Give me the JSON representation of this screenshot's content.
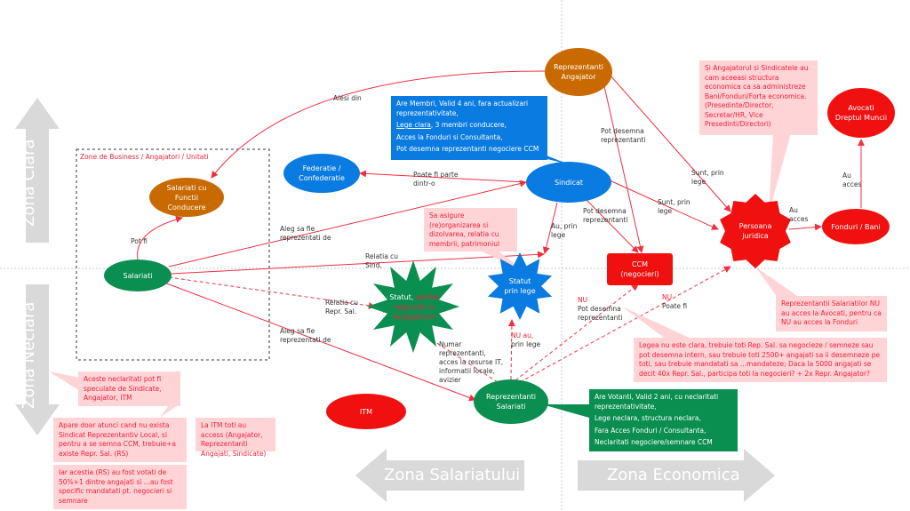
{
  "zones": {
    "clara": "Zona Clara",
    "neclara": "Zona Neclara",
    "salariatului": "Zona Salariatului",
    "economica": "Zona Economica",
    "business": "Zone de Business / Angajatori / Unitati"
  },
  "colors": {
    "orange": "#c96a00",
    "green": "#0a8f50",
    "blue": "#0a7be0",
    "red": "#f01010",
    "pink": "#ffd4d6",
    "grey": "#d9d9d9"
  },
  "nodes": {
    "repr_angajator": "Reprezentanti\nAngajator",
    "sal_conducere": "Salariati cu\nFunctii\nConducere",
    "salariati": "Salariati",
    "federatie": "Federatie /\nConfederatie",
    "sindicat": "Sindicat",
    "statut_lege": "Statut\nprin lege",
    "statut_negociat": {
      "prefix": "Statut, ",
      "highlight": "partial negociat cu Angajatorul"
    },
    "ccm": "CCM\n(negocieri)",
    "persoana_juridica": "Persoana\njuridica",
    "fonduri": "Fonduri / Bani",
    "avocati": "Avocati\nDreptul Muncii",
    "itm": "ITM",
    "repr_salariati": "Reprezentanti\nSalariati"
  },
  "sindicat_box": {
    "line1": "Are Membri, Valid 4 ani, fara actualizari reprezentativitate,",
    "lege_clara": "Lege clara",
    "line2": ", 3 membri conducere,",
    "line3": "Acces la Fonduri si Consultanta,",
    "line4": "Pot desemna reprezentanti negociere CCM"
  },
  "repr_sal_box": [
    "Are Votanti, Valid 2 ani, cu neclaritati reprezentativitate,",
    "Lege neclara, structura neclara,",
    "Fara Acces Fonduri / Consultanta,",
    "Neclaritati negociere/semnare CCM"
  ],
  "notes": {
    "structura": "Si Angajatorul si Sindicatele au cam aceeasi structura economica ca sa administreze Bani/Fonduri/Forta economica. (Presedinte/Director, Secretar/HR, Vice Presedinti/Directori)",
    "asigure": "Sa asigure (re)organizarea si dizolvarea, relatia cu membrii, patrimoniul",
    "nu_avocati": "Reprezentantii Salariatilor NU au acces la Avocati, pentru ca NU au acces la Fonduri",
    "legea": "Legea nu este clara, trebuie toti Rep. Sal. sa negocieze / semneze sau pot desemna intern, sau trebuie toti 2500+ angajati sa ii desemneze pe toti, sau trebuie mandatati sa ...mandateze; Daca la 5000 angajati se decit 40x Repr. Sal., participa toti la negocieri? + 2x Repr. Angajator?",
    "neclaritati": "Aceste neclaritati pot fi speculate de Sindicate, Angajator, ITM",
    "apare": "Apare doar atunci cand nu exista Sindicat Reprezentantiv Local, si pentru a se semna CCM, trebuie+a existe Repr. Sal. (RS)",
    "iar": "Iar acestia (RS) au fost votati de 50%+1 dintre angajati si ...au fost specific mandatati pt. negocieri si semnare",
    "itm": "La ITM toti au access (Angajator, Reprezentanti Angajati, Sindicate)"
  },
  "edges": {
    "alesi": "Alesi din",
    "pot_fi": "Pot fi",
    "aleg1": "Aleg sa fie\nreprezentati de",
    "poate_parte": "Poate fi parte\ndintr-o",
    "relatia_sind": "Relatia cu\nSind.",
    "relatia_repr": "Relatia cu\nRepr. Sal.",
    "aleg2": "Aleg sa fie\nreprezentati de",
    "pot_desemna1": "Pot desemna\nreprezentanti",
    "pot_desemna2": "Pot desemna\nreprezentanti",
    "au_lege": "Au, prin\nlege",
    "sunt1": "Sunt, prin\nlege",
    "sunt2": "Sunt, prin\nlege",
    "au_acces1": "Au\nacces",
    "au_acces2": "Au\nacces",
    "nu": "NU",
    "pot_desemna3": "Pot desemna\nreprezentanti",
    "poate_fi": "Poate fi",
    "nu_au": "NU au,",
    "prin_lege": "prin lege",
    "numar": "Numar\nreprezentanti,\nacces la resurse IT,\ninformatii locale,\navizier"
  }
}
